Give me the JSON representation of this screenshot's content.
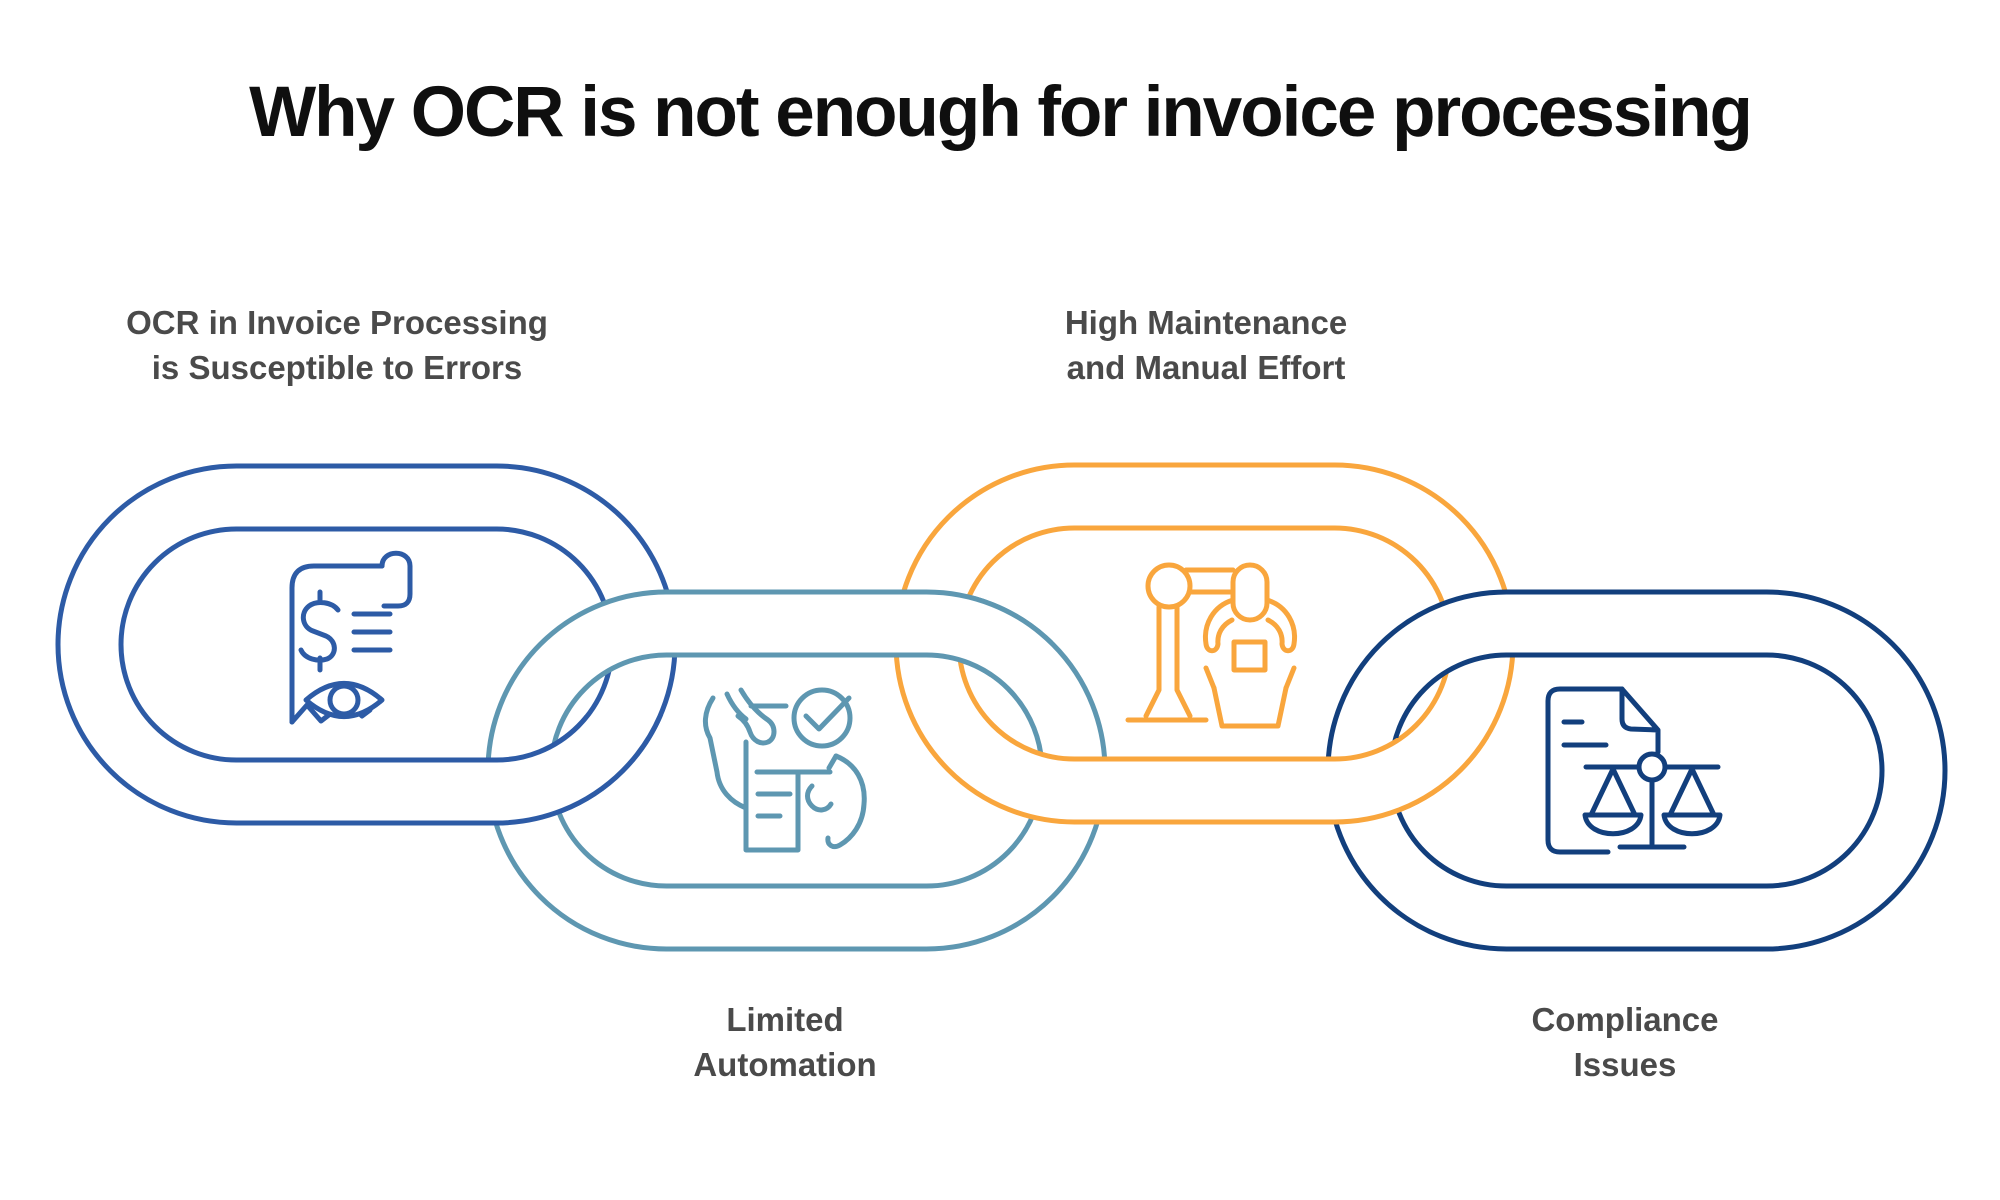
{
  "title": "Why OCR is not enough for invoice processing",
  "style": {
    "background": "#ffffff",
    "title_color": "#0f0f0f",
    "label_color": "#4a4a4a"
  },
  "chain": {
    "links": [
      {
        "name": "ocr-errors",
        "label_line1": "OCR in Invoice Processing",
        "label_line2": "is Susceptible to Errors",
        "color": "#2d5ba6",
        "icon": "receipt-dollar-eye-icon",
        "position": "top-left"
      },
      {
        "name": "limited-automation",
        "label_line1": "Limited",
        "label_line2": "Automation",
        "color": "#5e97b1",
        "icon": "document-hands-check-icon",
        "position": "bottom-left"
      },
      {
        "name": "high-maintenance",
        "label_line1": "High Maintenance",
        "label_line2": "and Manual Effort",
        "color": "#f9a63d",
        "icon": "robot-arm-box-icon",
        "position": "top-right"
      },
      {
        "name": "compliance-issues",
        "label_line1": "Compliance",
        "label_line2": "Issues",
        "color": "#123f7d",
        "icon": "document-scales-icon",
        "position": "bottom-right"
      }
    ]
  }
}
